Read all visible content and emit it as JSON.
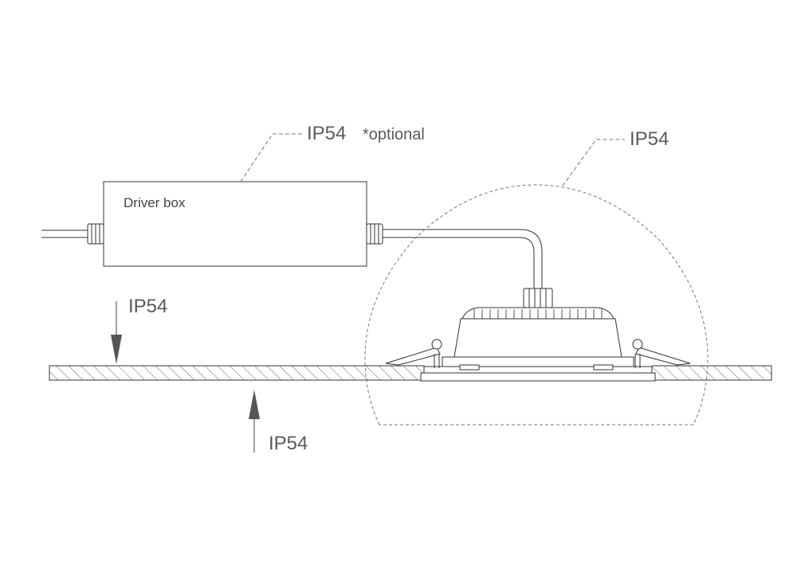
{
  "driver_box": {
    "label": "Driver box"
  },
  "callouts": {
    "driver_rating": "IP54",
    "driver_note": "*optional",
    "fixture_rating": "IP54",
    "top_side_rating": "IP54",
    "bottom_side_rating": "IP54"
  },
  "colors": {
    "line": "#333333",
    "dashed": "#777777",
    "text": "#5a5a5a",
    "hatch": "#666666"
  }
}
